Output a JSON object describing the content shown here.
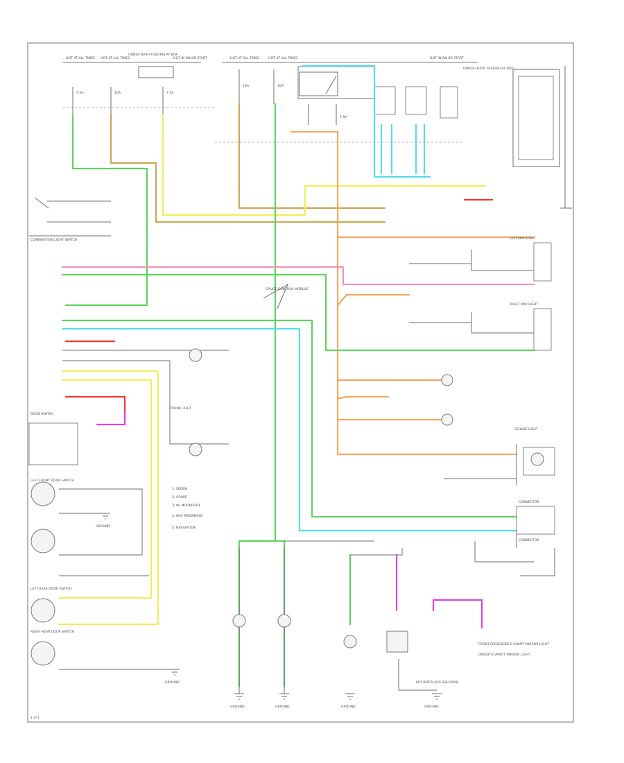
{
  "colors": {
    "green": "#5fd35f",
    "yellow": "#f2ee55",
    "orange": "#f0a860",
    "pink": "#f090c0",
    "magenta": "#e040e0",
    "red": "#ff3030",
    "cyan": "#55dde8",
    "tan": "#c8a850",
    "black": "#6b6b6b"
  },
  "fuse_box": {
    "fuse_labels": [
      "HOT AT ALL TIMES",
      "HOT AT ALL TIMES",
      "UNDER-DASH FUSE/RELAY BOX",
      "HOT IN ON OR START",
      "HOT AT ALL TIMES",
      "HOT AT ALL TIMES",
      "HOT IN ON OR START"
    ],
    "fuse_names": [
      "7.5A",
      "10A",
      "7.5A",
      "10A",
      "10A",
      "7.5A"
    ],
    "block_title": "UNDER-HOOD FUSE/RELAY BOX"
  },
  "left_components": [
    "COMBINATION LIGHT SWITCH",
    "DOOR SWITCH",
    "LEFT FRONT DOOR SWITCH",
    "LEFT REAR DOOR SWITCH",
    "RIGHT REAR DOOR SWITCH"
  ],
  "right_components": [
    "LEFT MAP LIGHT",
    "RIGHT MAP LIGHT",
    "CEILING LIGHT",
    "TRUNK LIGHT",
    "FRONT PASSENGER'S VANITY MIRROR LIGHT",
    "DRIVER'S VANITY MIRROR LIGHT",
    "KEY INTERLOCK SOLENOID",
    "CONNECTOR",
    "CONNECTOR"
  ],
  "bottom_components": [
    "GROUND",
    "GROUND",
    "GROUND",
    "GROUND",
    "GROUND",
    "GROUND"
  ],
  "legend": [
    "1: SEDAN",
    "2: COUPE",
    "3: W/ MOONROOF",
    "4: W/O MOONROOF",
    "5: NAVIGATION"
  ],
  "gauge_label": "GAUGE CONTROL MODULE",
  "page_code": "1 of 1"
}
